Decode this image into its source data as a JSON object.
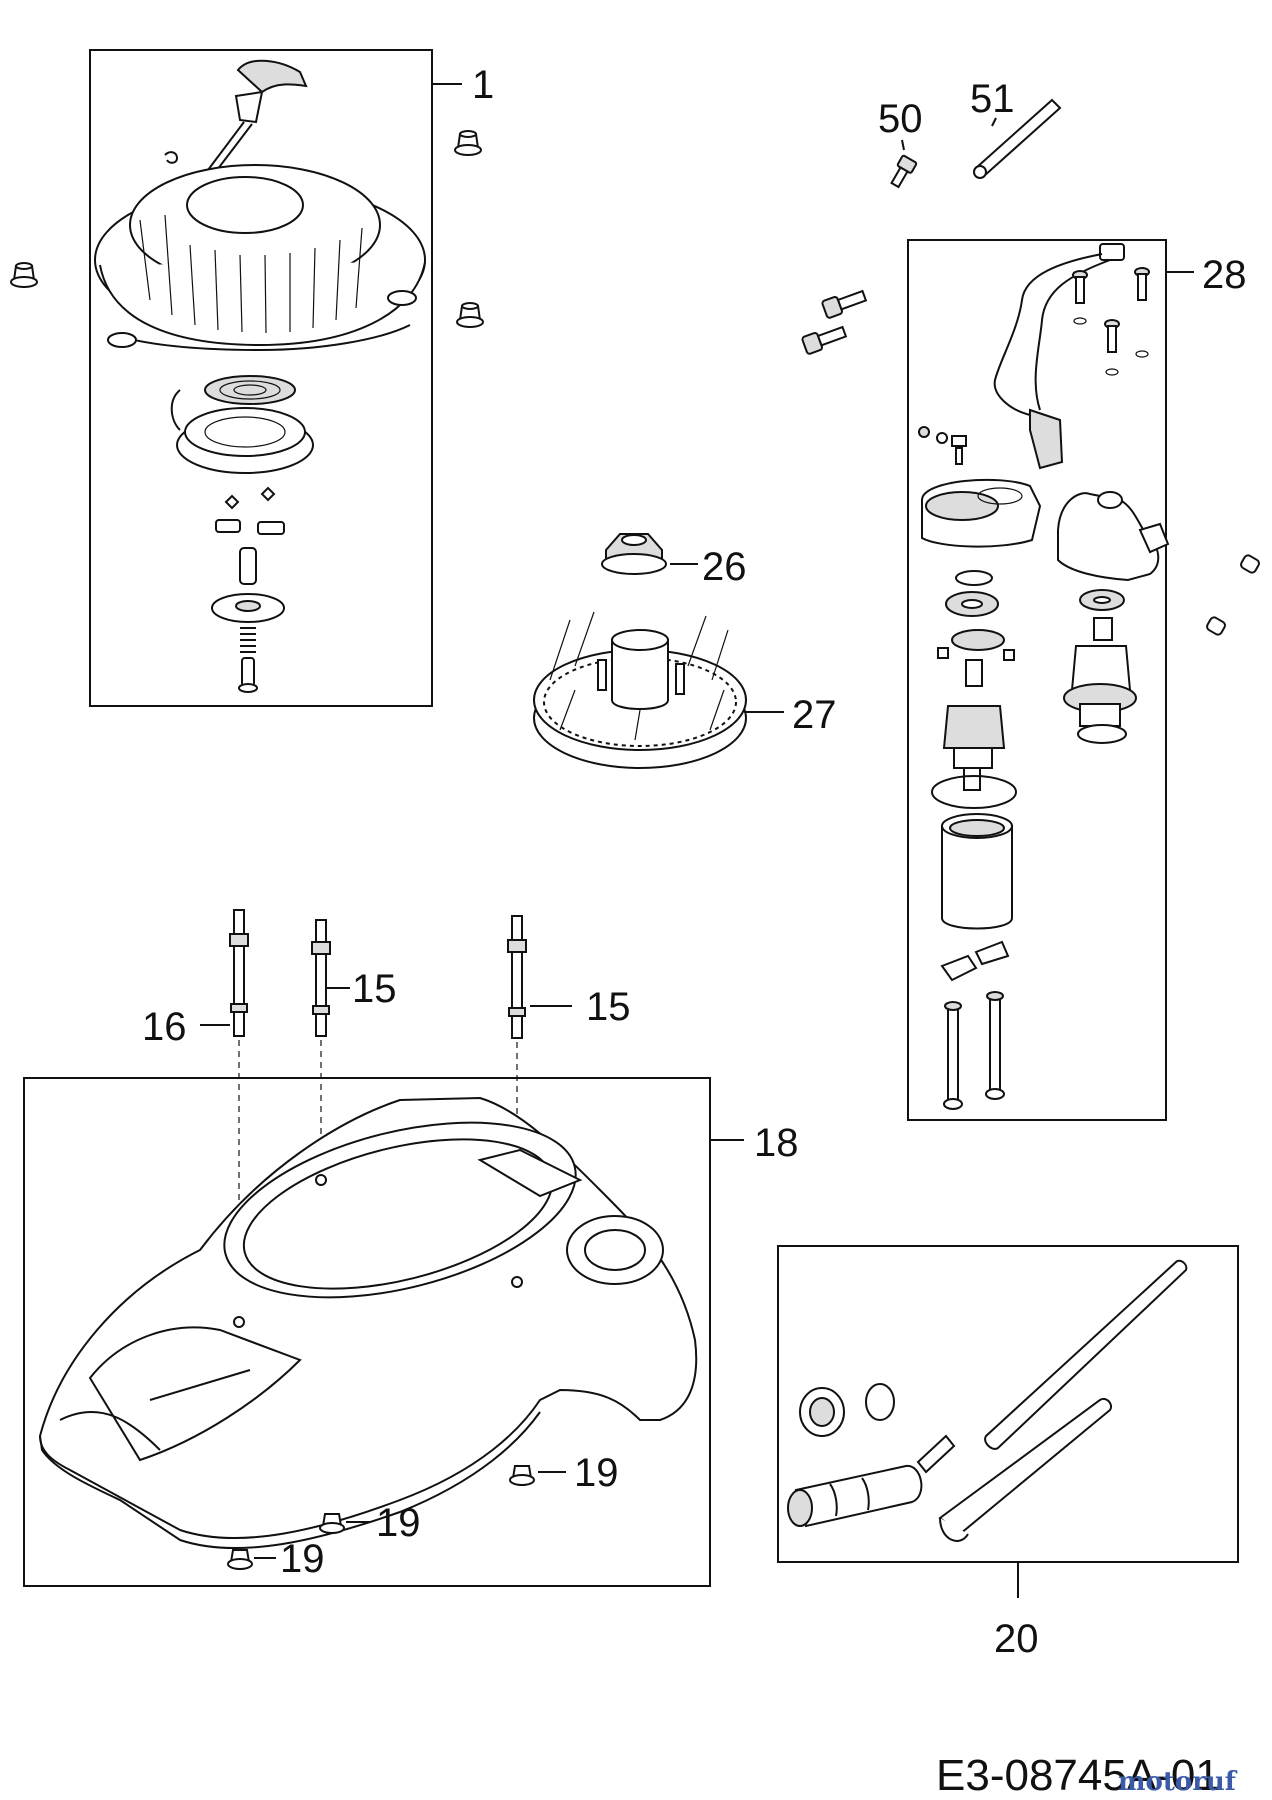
{
  "diagram": {
    "callouts": {
      "c1": "1",
      "c50": "50",
      "c51": "51",
      "c28": "28",
      "c26": "26",
      "c27": "27",
      "c16": "16",
      "c15a": "15",
      "c15b": "15",
      "c18": "18",
      "c19a": "19",
      "c19b": "19",
      "c19c": "19",
      "c20": "20"
    },
    "drawing_code": "E3-08745A-01",
    "watermark": "motoruf"
  },
  "colors": {
    "line": "#111111",
    "watermark_blue": "#3b5aa8",
    "watermark_orange": "#e07a1f"
  }
}
